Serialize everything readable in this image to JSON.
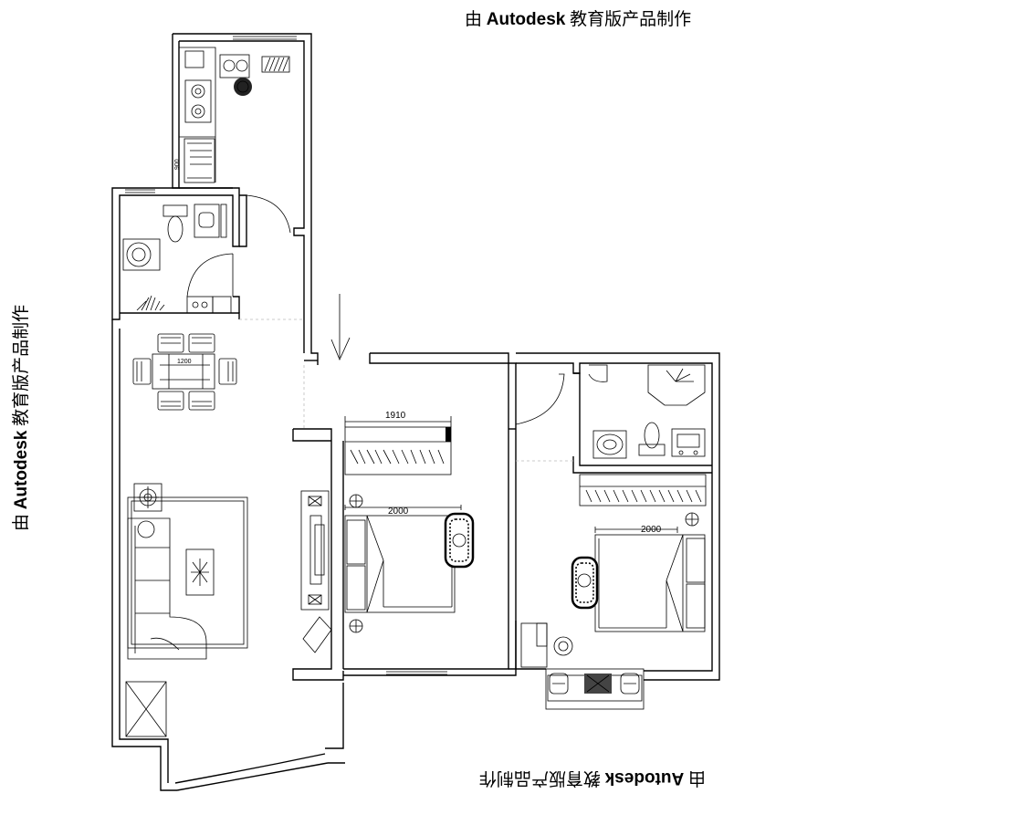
{
  "watermark": {
    "prefix": "由 ",
    "brand": "Autodesk",
    "suffix": " 教育版产品制作"
  },
  "dimensions": {
    "wardrobe_1": "1910",
    "bed_1": "2000",
    "bed_2": "2000",
    "dining_table": "1200",
    "kitchen_counter": "900"
  }
}
